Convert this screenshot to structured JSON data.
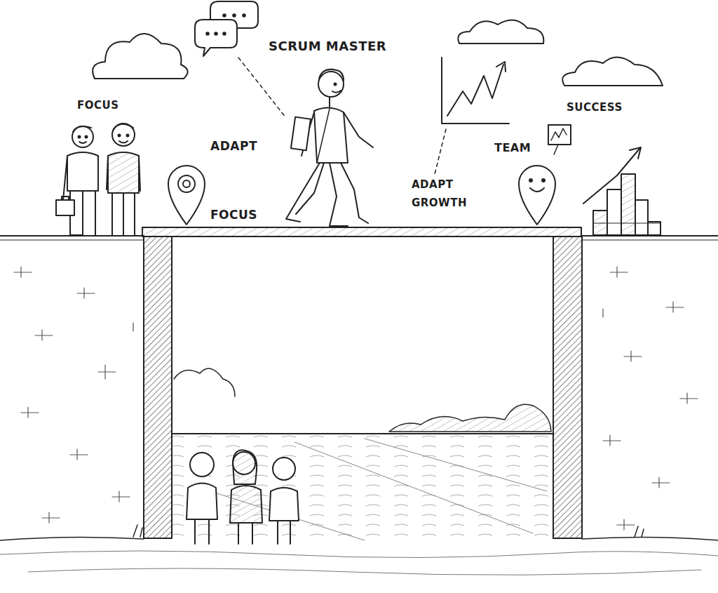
{
  "diagram": {
    "labels": [
      "SCRUM MASTER",
      "FOCUS",
      "ADAPT",
      "SUCCESS",
      "TEAM",
      "FOCUS",
      "ADAPT GROWTH"
    ]
  }
}
